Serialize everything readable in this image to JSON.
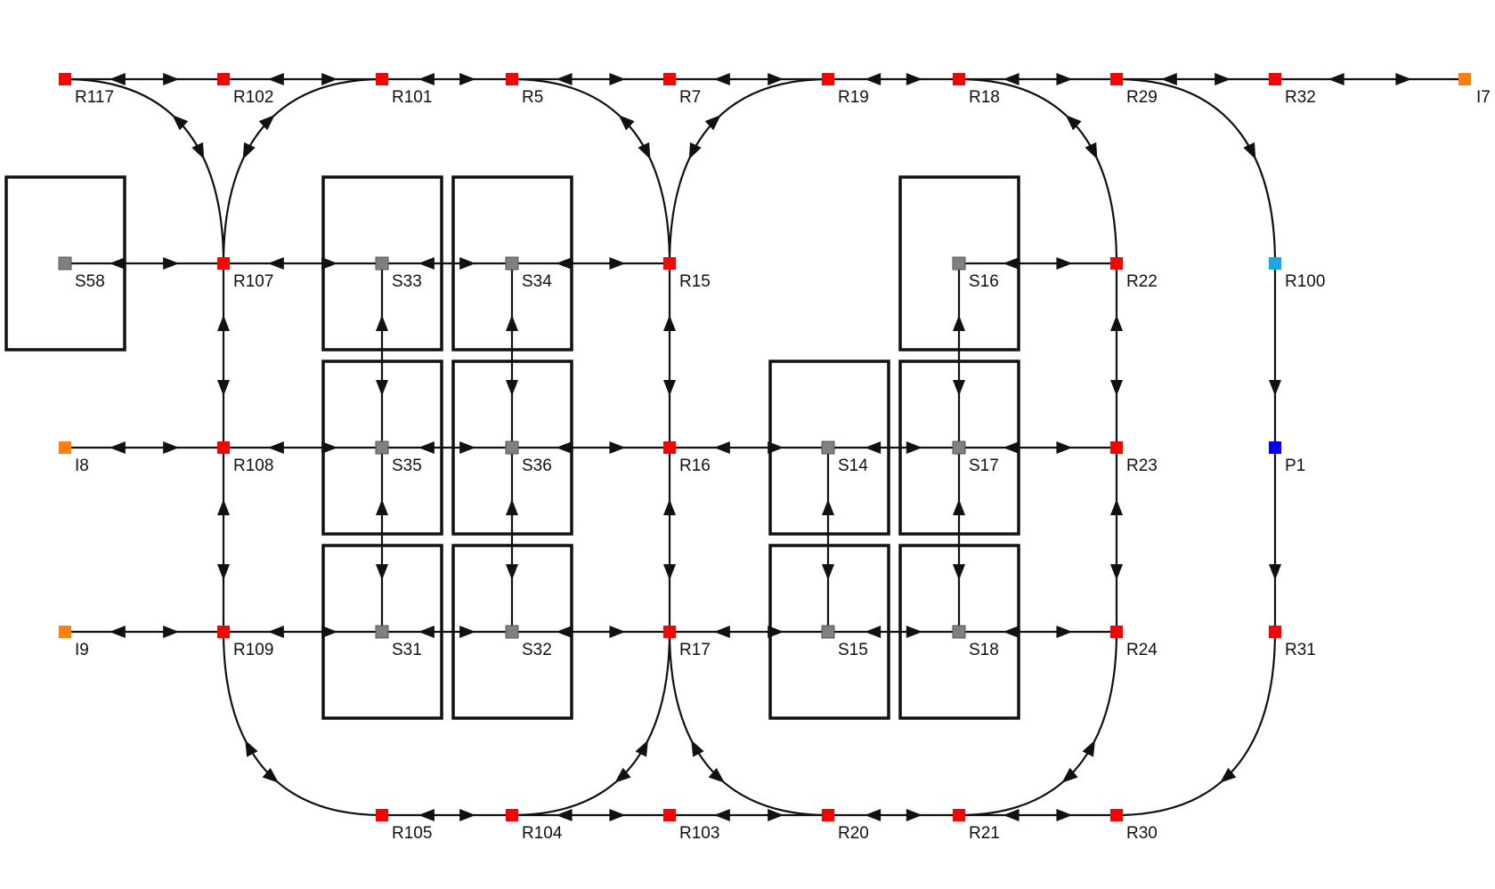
{
  "colors": {
    "road": "#ff0000",
    "station": "#808080",
    "input": "#ff7f0e",
    "port_r100": "#17a8e8",
    "port_p1": "#0000ff",
    "line": "#111111"
  },
  "nodes": [
    {
      "id": "R117",
      "label": "R117",
      "kind": "road"
    },
    {
      "id": "R102",
      "label": "R102",
      "kind": "road"
    },
    {
      "id": "R101",
      "label": "R101",
      "kind": "road"
    },
    {
      "id": "R5",
      "label": "R5",
      "kind": "road"
    },
    {
      "id": "R7",
      "label": "R7",
      "kind": "road"
    },
    {
      "id": "R19",
      "label": "R19",
      "kind": "road"
    },
    {
      "id": "R18",
      "label": "R18",
      "kind": "road"
    },
    {
      "id": "R29",
      "label": "R29",
      "kind": "road"
    },
    {
      "id": "R32",
      "label": "R32",
      "kind": "road"
    },
    {
      "id": "I7",
      "label": "I7",
      "kind": "input"
    },
    {
      "id": "S58",
      "label": "S58",
      "kind": "station"
    },
    {
      "id": "R107",
      "label": "R107",
      "kind": "road"
    },
    {
      "id": "S33",
      "label": "S33",
      "kind": "station"
    },
    {
      "id": "S34",
      "label": "S34",
      "kind": "station"
    },
    {
      "id": "R15",
      "label": "R15",
      "kind": "road"
    },
    {
      "id": "S16",
      "label": "S16",
      "kind": "station"
    },
    {
      "id": "R22",
      "label": "R22",
      "kind": "road"
    },
    {
      "id": "R100",
      "label": "R100",
      "kind": "port_r100"
    },
    {
      "id": "I8",
      "label": "I8",
      "kind": "input"
    },
    {
      "id": "R108",
      "label": "R108",
      "kind": "road"
    },
    {
      "id": "S35",
      "label": "S35",
      "kind": "station"
    },
    {
      "id": "S36",
      "label": "S36",
      "kind": "station"
    },
    {
      "id": "R16",
      "label": "R16",
      "kind": "road"
    },
    {
      "id": "S14",
      "label": "S14",
      "kind": "station"
    },
    {
      "id": "S17",
      "label": "S17",
      "kind": "station"
    },
    {
      "id": "R23",
      "label": "R23",
      "kind": "road"
    },
    {
      "id": "P1",
      "label": "P1",
      "kind": "port_p1"
    },
    {
      "id": "I9",
      "label": "I9",
      "kind": "input"
    },
    {
      "id": "R109",
      "label": "R109",
      "kind": "road"
    },
    {
      "id": "S31",
      "label": "S31",
      "kind": "station"
    },
    {
      "id": "S32",
      "label": "S32",
      "kind": "station"
    },
    {
      "id": "R17",
      "label": "R17",
      "kind": "road"
    },
    {
      "id": "S15",
      "label": "S15",
      "kind": "station"
    },
    {
      "id": "S18",
      "label": "S18",
      "kind": "station"
    },
    {
      "id": "R24",
      "label": "R24",
      "kind": "road"
    },
    {
      "id": "R31",
      "label": "R31",
      "kind": "road"
    },
    {
      "id": "R105",
      "label": "R105",
      "kind": "road"
    },
    {
      "id": "R104",
      "label": "R104",
      "kind": "road"
    },
    {
      "id": "R103",
      "label": "R103",
      "kind": "road"
    },
    {
      "id": "R20",
      "label": "R20",
      "kind": "road"
    },
    {
      "id": "R21",
      "label": "R21",
      "kind": "road"
    },
    {
      "id": "R30",
      "label": "R30",
      "kind": "road"
    }
  ],
  "edges": [
    {
      "from": "R117",
      "to": "R102",
      "dir": "both"
    },
    {
      "from": "R102",
      "to": "R101",
      "dir": "both"
    },
    {
      "from": "R101",
      "to": "R5",
      "dir": "both"
    },
    {
      "from": "R5",
      "to": "R7",
      "dir": "both"
    },
    {
      "from": "R7",
      "to": "R19",
      "dir": "both"
    },
    {
      "from": "R19",
      "to": "R18",
      "dir": "both"
    },
    {
      "from": "R18",
      "to": "R29",
      "dir": "both"
    },
    {
      "from": "R29",
      "to": "R32",
      "dir": "both"
    },
    {
      "from": "R32",
      "to": "I7",
      "dir": "both"
    },
    {
      "from": "S58",
      "to": "R107",
      "dir": "both"
    },
    {
      "from": "R107",
      "to": "S33",
      "dir": "both"
    },
    {
      "from": "S33",
      "to": "S34",
      "dir": "both"
    },
    {
      "from": "S34",
      "to": "R15",
      "dir": "both"
    },
    {
      "from": "S16",
      "to": "R22",
      "dir": "both"
    },
    {
      "from": "I8",
      "to": "R108",
      "dir": "both"
    },
    {
      "from": "R108",
      "to": "S35",
      "dir": "both"
    },
    {
      "from": "S35",
      "to": "S36",
      "dir": "both"
    },
    {
      "from": "S36",
      "to": "R16",
      "dir": "both"
    },
    {
      "from": "R16",
      "to": "S14",
      "dir": "both"
    },
    {
      "from": "S14",
      "to": "S17",
      "dir": "both"
    },
    {
      "from": "S17",
      "to": "R23",
      "dir": "both"
    },
    {
      "from": "I9",
      "to": "R109",
      "dir": "both"
    },
    {
      "from": "R109",
      "to": "S31",
      "dir": "both"
    },
    {
      "from": "S31",
      "to": "S32",
      "dir": "both"
    },
    {
      "from": "S32",
      "to": "R17",
      "dir": "both"
    },
    {
      "from": "R17",
      "to": "S15",
      "dir": "both"
    },
    {
      "from": "S15",
      "to": "S18",
      "dir": "both"
    },
    {
      "from": "S18",
      "to": "R24",
      "dir": "both"
    },
    {
      "from": "R105",
      "to": "R104",
      "dir": "both"
    },
    {
      "from": "R104",
      "to": "R103",
      "dir": "both"
    },
    {
      "from": "R103",
      "to": "R20",
      "dir": "both"
    },
    {
      "from": "R20",
      "to": "R21",
      "dir": "both"
    },
    {
      "from": "R21",
      "to": "R30",
      "dir": "both"
    },
    {
      "from": "R107",
      "to": "R108",
      "dir": "both"
    },
    {
      "from": "R108",
      "to": "R109",
      "dir": "both"
    },
    {
      "from": "S33",
      "to": "S35",
      "dir": "both"
    },
    {
      "from": "S35",
      "to": "S31",
      "dir": "both"
    },
    {
      "from": "S34",
      "to": "S36",
      "dir": "both"
    },
    {
      "from": "S36",
      "to": "S32",
      "dir": "both"
    },
    {
      "from": "R15",
      "to": "R16",
      "dir": "both"
    },
    {
      "from": "R16",
      "to": "R17",
      "dir": "both"
    },
    {
      "from": "S16",
      "to": "S17",
      "dir": "both"
    },
    {
      "from": "S17",
      "to": "S18",
      "dir": "both"
    },
    {
      "from": "S14",
      "to": "S15",
      "dir": "both"
    },
    {
      "from": "R22",
      "to": "R23",
      "dir": "both"
    },
    {
      "from": "R23",
      "to": "R24",
      "dir": "both"
    },
    {
      "from": "R100",
      "to": "P1",
      "dir": "forward"
    },
    {
      "from": "P1",
      "to": "R31",
      "dir": "forward"
    },
    {
      "from": "R117",
      "to": "R107",
      "dir": "both"
    },
    {
      "from": "R101",
      "to": "R107",
      "dir": "both"
    },
    {
      "from": "R5",
      "to": "R15",
      "dir": "both"
    },
    {
      "from": "R19",
      "to": "R15",
      "dir": "both"
    },
    {
      "from": "R18",
      "to": "R22",
      "dir": "both"
    },
    {
      "from": "R29",
      "to": "R100",
      "dir": "forward"
    },
    {
      "from": "R109",
      "to": "R105",
      "dir": "both"
    },
    {
      "from": "R17",
      "to": "R104",
      "dir": "both"
    },
    {
      "from": "R17",
      "to": "R20",
      "dir": "both"
    },
    {
      "from": "R24",
      "to": "R21",
      "dir": "both"
    },
    {
      "from": "R31",
      "to": "R30",
      "dir": "forward"
    }
  ]
}
